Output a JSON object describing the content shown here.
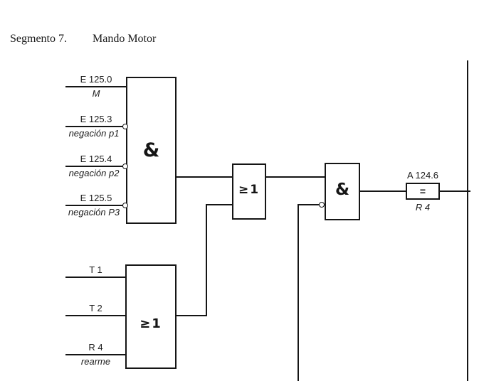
{
  "header": {
    "segment_label": "Segmento 7.",
    "segment_title": "Mando Motor"
  },
  "colors": {
    "line": "#151515",
    "text": "#1c1c1c",
    "background": "#ffffff"
  },
  "diagram": {
    "and1": {
      "symbol": "&",
      "inputs": [
        {
          "address": "E 125.0",
          "comment": "M",
          "negated": false
        },
        {
          "address": "E 125.3",
          "comment": "negación p1",
          "negated": true
        },
        {
          "address": "E 125.4",
          "comment": "negación p2",
          "negated": true
        },
        {
          "address": "E 125.5",
          "comment": "negación P3",
          "negated": true
        }
      ]
    },
    "or_mid": {
      "symbol": "≥1"
    },
    "and2": {
      "symbol": "&",
      "second_input_negated": true
    },
    "or_low": {
      "symbol": "≥1",
      "inputs": [
        {
          "address": "T 1"
        },
        {
          "address": "T 2"
        },
        {
          "address": "R 4",
          "comment": "rearme"
        }
      ]
    },
    "coil": {
      "address": "A 124.6",
      "symbol": "=",
      "comment": "R 4"
    }
  }
}
